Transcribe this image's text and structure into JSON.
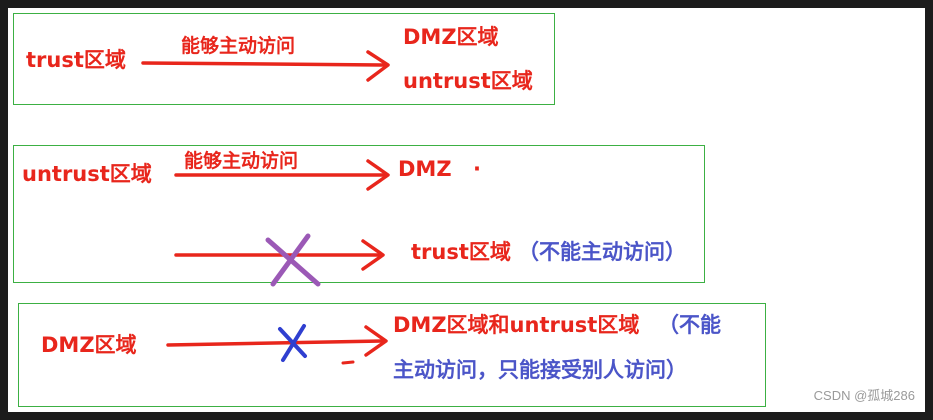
{
  "section1": {
    "source": "trust区域",
    "action": "能够主动访问",
    "target1": "DMZ区域",
    "target2": "untrust区域"
  },
  "section2": {
    "source": "untrust区域",
    "action": "能够主动访问",
    "target1": "DMZ",
    "target1_dot": "·",
    "target2_red": "trust区域",
    "target2_blue": "（不能主动访问）"
  },
  "section3": {
    "source": "DMZ区域",
    "target_red": "DMZ区域和untrust区域",
    "target_blue_1": "（不能",
    "target_blue_2": "主动访问，只能接受别人访问）"
  },
  "watermark": "CSDN @孤城286",
  "colors": {
    "arrow_red": "#e8261c",
    "cross_purple": "#9b59b6",
    "cross_blue": "#2f3fd0",
    "text_blue": "#4b55c8",
    "box_green": "#3cb043"
  }
}
